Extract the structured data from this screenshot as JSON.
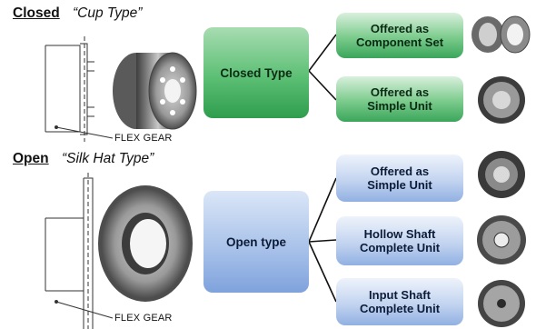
{
  "sections": {
    "closed": {
      "title": "Closed",
      "subtitle": "“Cup Type”",
      "gear_label": "FLEX GEAR",
      "main_box": "Closed Type",
      "options": [
        {
          "line1": "Offered as",
          "line2": "Component Set"
        },
        {
          "line1": "Offered as",
          "line2": "Simple Unit"
        }
      ]
    },
    "open": {
      "title": "Open",
      "subtitle": "“Silk Hat Type”",
      "gear_label": "FLEX GEAR",
      "main_box": "Open type",
      "options": [
        {
          "line1": "Offered as",
          "line2": "Simple Unit"
        },
        {
          "line1": "Hollow Shaft",
          "line2": "Complete Unit"
        },
        {
          "line1": "Input Shaft",
          "line2": "Complete Unit"
        }
      ]
    }
  },
  "colors": {
    "closed_accent": "#3aa65b",
    "open_accent": "#7fa2dc",
    "metal_dark": "#4a4a4a",
    "metal_light": "#bdbdbd"
  }
}
